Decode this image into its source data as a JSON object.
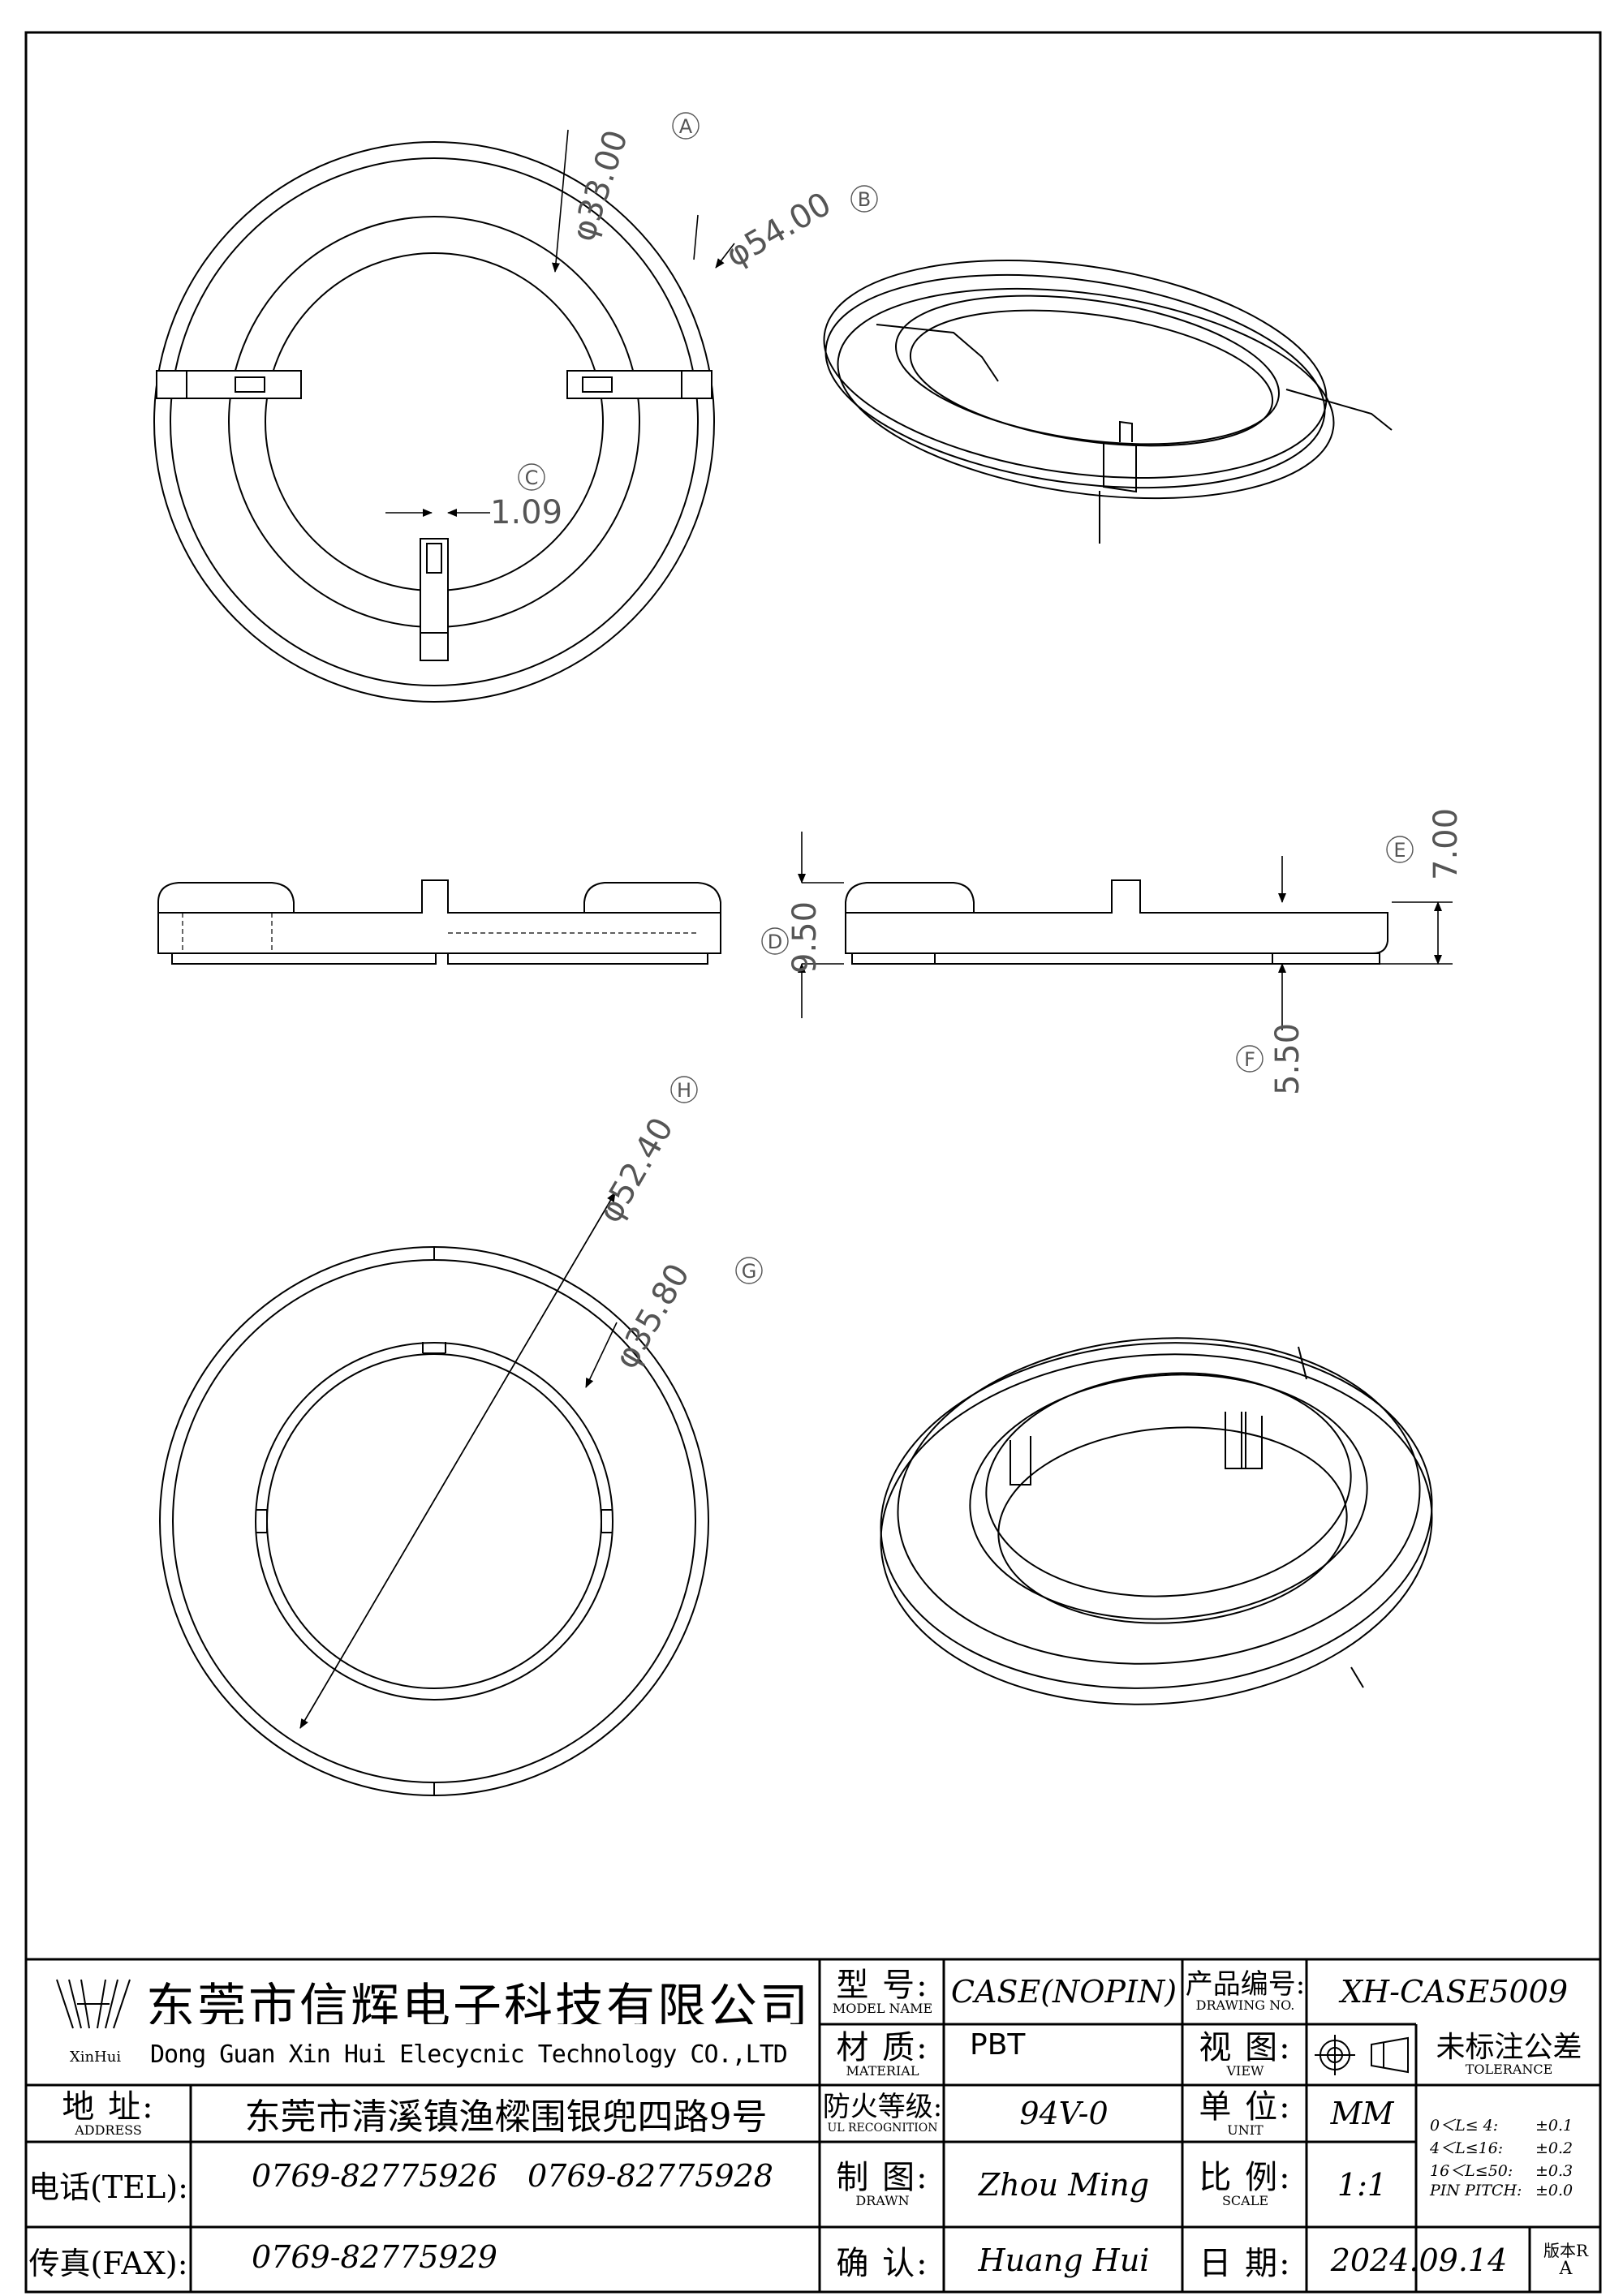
{
  "views": {
    "top": {
      "dims": [
        {
          "id": "A",
          "text": "φ33.00"
        },
        {
          "id": "B",
          "text": "φ54.00"
        },
        {
          "id": "C",
          "text": "1.09"
        }
      ]
    },
    "side": {
      "dims": [
        {
          "id": "D",
          "text": "9.50"
        },
        {
          "id": "E",
          "text": "7.00"
        },
        {
          "id": "F",
          "text": "5.50"
        }
      ]
    },
    "bottom": {
      "dims": [
        {
          "id": "H",
          "text": "φ52.40"
        },
        {
          "id": "G",
          "text": "φ35.80"
        }
      ]
    }
  },
  "title_block": {
    "company_cn": "东莞市信辉电子科技有限公司",
    "company_en": "Dong Guan Xin Hui Elecycnic Technology CO.,LTD",
    "logo_text": "XinHui",
    "address_label_cn": "地 址:",
    "address_label_en": "ADDRESS",
    "address_value": "东莞市清溪镇渔樑围银兜四路9号",
    "tel_label": "电话(TEL):",
    "tel_value_1": "0769-82775926",
    "tel_value_2": "0769-82775928",
    "fax_label": "传真(FAX):",
    "fax_value": "0769-82775929",
    "model_label_cn": "型 号:",
    "model_label_en": "MODEL NAME",
    "model_value": "CASE(NOPIN)",
    "material_label_cn": "材 质:",
    "material_label_en": "MATERIAL",
    "material_value": "PBT",
    "fire_label_cn": "防火等级:",
    "fire_label_en": "UL RECOGNITION",
    "fire_value": "94V-0",
    "drawn_label_cn": "制 图:",
    "drawn_label_en": "DRAWN",
    "drawn_value": "Zhou Ming",
    "confirm_label_cn": "确 认:",
    "confirm_value": "Huang Hui",
    "drawing_no_label_cn": "产品编号:",
    "drawing_no_label_en": "DRAWING NO.",
    "drawing_no_value": "XH-CASE5009",
    "view_label_cn": "视 图:",
    "view_label_en": "VIEW",
    "unit_label_cn": "单 位:",
    "unit_label_en": "UNIT",
    "unit_value": "MM",
    "scale_label_cn": "比 例:",
    "scale_label_en": "SCALE",
    "scale_value": "1:1",
    "date_label_cn": "日 期:",
    "date_value": "2024.09.14",
    "tolerance_title_cn": "未标注公差",
    "tolerance_title_en": "TOLERANCE",
    "tolerance_rows": [
      {
        "range": "0＜L≤ 4:",
        "value": "±0.1"
      },
      {
        "range": "4＜L≤16:",
        "value": "±0.2"
      },
      {
        "range": "16＜L≤50:",
        "value": "±0.3"
      },
      {
        "range": "PIN PITCH:",
        "value": "±0.0"
      }
    ],
    "version_label": "版本R",
    "version_value": "A"
  }
}
